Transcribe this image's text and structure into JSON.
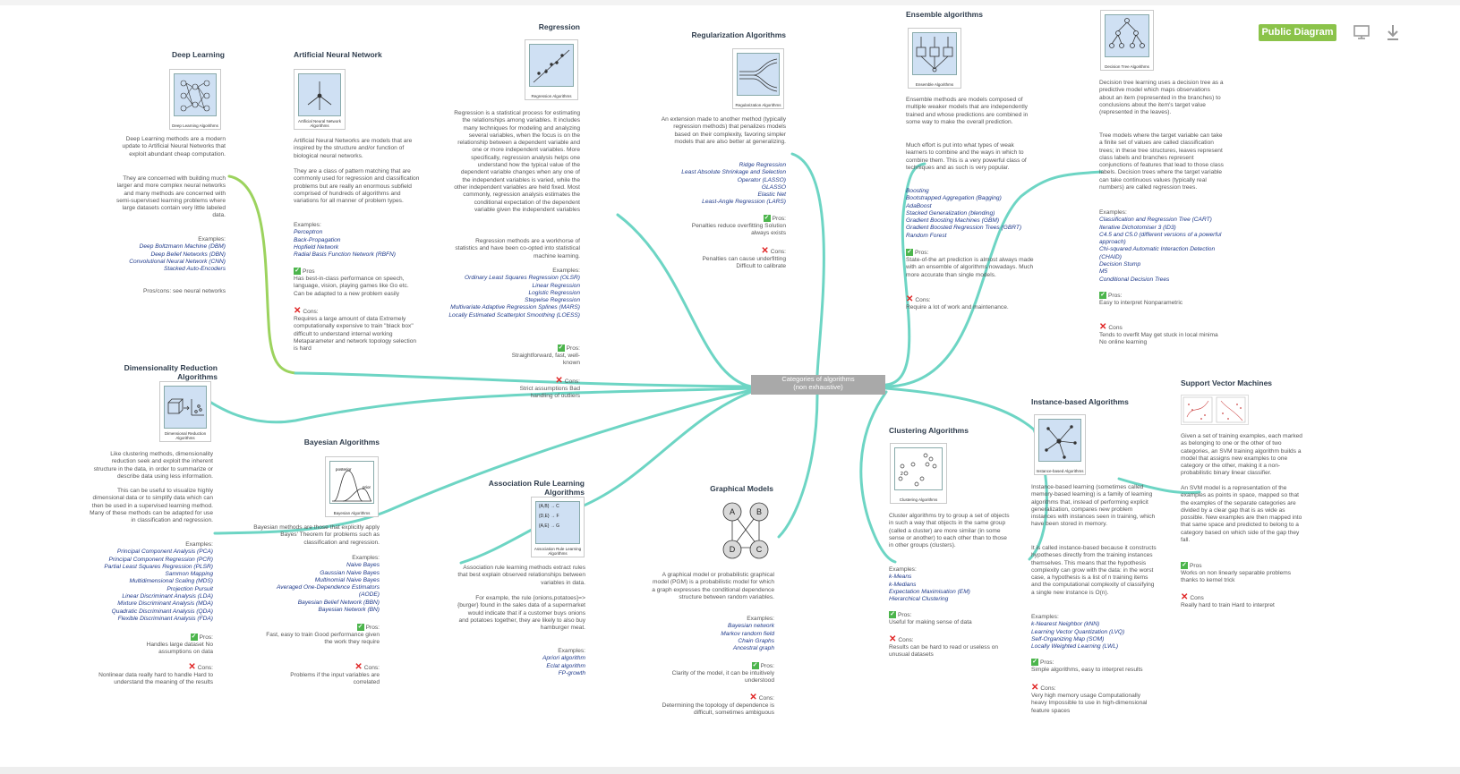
{
  "central": {
    "line1": "Categories of algorithms",
    "line2": "(non exhaustive)"
  },
  "toolbar": {
    "public_label": "Public Diagram",
    "present_icon": "monitor-icon",
    "download_icon": "download-icon"
  },
  "colors": {
    "connector": "#6dd5c4",
    "connector_green": "#9cd35e",
    "button": "#8bc34a"
  },
  "deep": {
    "title": "Deep Learning",
    "caption": "Deep Learning Algorithms",
    "p1": "Deep Learning methods are a modern update to Artificial Neural Networks that exploit abundant cheap computation.",
    "p2": "They are concerned with building much larger and more complex neural networks and many methods are concerned with semi-supervised learning problems where large datasets contain very little labeled data.",
    "examples_label": "Examples:",
    "examples": [
      "Deep Boltzmann Machine (DBM)",
      "Deep Belief Networks (DBN)",
      "Convolutional Neural Network (CNN)",
      "Stacked Auto-Encoders"
    ],
    "proscons": "Pros/cons: see neural networks"
  },
  "ann": {
    "title": "Artificial Neural Network",
    "caption": "Artificial Neural Network Algorithms",
    "p1": "Artificial Neural Networks are models that are inspired by the structure and/or function of biological neural networks.",
    "p2": "They are a class of pattern matching that are commonly used for regression and classification problems but are really an enormous subfield comprised of hundreds of algorithms and variations for all manner of problem types.",
    "examples_label": "Examples:",
    "examples": [
      "Perceptron",
      "Back-Propagation",
      "Hopfield Network",
      "Radial Basis Function Network (RBFN)"
    ],
    "pros_label": "Pros",
    "pros": "Has best-in-class performance on speech, language, vision, playing games like Go etc. Can be adapted to a new problem easily",
    "cons_label": "Cons:",
    "cons": "Requires a large amount of data Extremely computationally expensive to train \"black box\" difficult to understand internal working Metaparameter and network topology selection is hard"
  },
  "regression": {
    "title": "Regression",
    "caption": "Regression Algorithms",
    "p1": "Regression is a statistical process for estimating the relationships among variables. It includes many techniques for modeling and analyzing several variables, when the focus is on the relationship between a dependent variable and one or more independent variables. More specifically, regression analysis helps one understand how the typical value of the dependent variable changes when any one of the independent variables is varied, while the other independent variables are held fixed. Most commonly, regression analysis estimates the conditional expectation of the dependent variable given the independent variables",
    "p2": "Regression methods are a workhorse of statistics and have been co-opted into statistical machine learning.",
    "examples_label": "Examples:",
    "examples": [
      "Ordinary Least Squares Regression (OLSR)",
      "Linear Regression",
      "Logistic Regression",
      "Stepwise Regression",
      "Multivariate Adaptive Regression Splines (MARS)",
      "Locally Estimated Scatterplot Smoothing (LOESS)"
    ],
    "pros_label": "Pros:",
    "pros": "Straightforward, fast, well-known",
    "cons_label": "Cons:",
    "cons": "Strict assumptions Bad handling of outliers"
  },
  "regularization": {
    "title": "Regularization Algorithms",
    "caption": "Regularization Algorithms",
    "p1": "An extension made to another method (typically regression methods) that penalizes models based on their complexity, favoring simpler models that are also better at generalizing.",
    "examples": [
      "Ridge Regression",
      "Least Absolute Shrinkage and Selection Operator (LASSO)",
      "GLASSO",
      "Elastic Net",
      "Least-Angle Regression (LARS)"
    ],
    "pros_label": "Pros:",
    "pros": "Penalties reduce overfitting Solution always exists",
    "cons_label": "Cons:",
    "cons": "Penalties can cause underfitting Difficult to calibrate"
  },
  "ensemble": {
    "title": "Ensemble algorithms",
    "caption": "Ensemble Algorithms",
    "p1": "Ensemble methods are models composed of multiple weaker models that are independently trained and whose predictions are combined in some way to make the overall prediction.",
    "p2": "Much effort is put into what types of weak learners to combine and the ways in which to combine them. This is a very powerful class of techniques and as such is very popular.",
    "examples": [
      "Boosting",
      "Bootstrapped Aggregation (Bagging)",
      "AdaBoost",
      "Stacked Generalization (blending)",
      "Gradient Boosting Machines (GBM)",
      "Gradient Boosted Regression Trees (GBRT)",
      "Random Forest"
    ],
    "pros_label": "Pros:",
    "pros": "State-of-the art prediction is almost always made with an ensemble of algorithms nowadays. Much more accurate than single models.",
    "cons_label": "Cons:",
    "cons": "Require a lot of work and maintenance."
  },
  "decision_tree": {
    "caption": "Decision Tree Algorithms",
    "p1": "Decision tree learning uses a decision tree as a predictive model which maps observations about an item (represented in the branches) to conclusions about the item's target value (represented in the leaves).",
    "p2": "Tree models where the target variable can take a finite set of values are called classification trees; in these tree structures, leaves represent class labels and branches represent conjunctions of features that lead to those class labels. Decision trees where the target variable can take continuous values (typically real numbers) are called regression trees.",
    "examples_label": "Examples:",
    "examples": [
      "Classification and Regression Tree (CART)",
      "Iterative Dichotomiser 3 (ID3)",
      "C4.5 and C5.0 (different versions of a powerful approach)",
      "Chi-squared Automatic Interaction Detection (CHAID)",
      "Decision Stump",
      "M5",
      "Conditional Decision Trees"
    ],
    "pros_label": "Pros:",
    "pros": "Easy to interpret Nonparametric",
    "cons_label": "Cons",
    "cons": "Tends to overfit May get stuck in local minima No online learning"
  },
  "dimensionality": {
    "title": "Dimensionality Reduction Algorithms",
    "caption": "Dimensional Reduction Algorithms",
    "p1": "Like clustering methods, dimensionality reduction seek and exploit the inherent structure in the data, in order to summarize or describe data using less information.",
    "p2": "This can be useful to visualize highly dimensional data or to simplify data which can then be used in a supervised learning method. Many of these methods can be adapted for use in classification and regression.",
    "examples_label": "Examples:",
    "examples": [
      "Principal Component Analysis (PCA)",
      "Principal Component Regression (PCR)",
      "Partial Least Squares Regression (PLSR)",
      "Sammon Mapping",
      "Multidimensional Scaling (MDS)",
      "Projection Pursuit",
      "Linear Discriminant Analysis (LDA)",
      "Mixture Discriminant Analysis (MDA)",
      "Quadratic Discriminant Analysis (QDA)",
      "Flexible Discriminant Analysis (FDA)"
    ],
    "pros_label": "Pros:",
    "pros": "Handles large dataset No assumptions on data",
    "cons_label": "Cons:",
    "cons": "Nonlinear data really hard to handle Hard to understand the meaning of the results"
  },
  "bayesian": {
    "title": "Bayesian Algorithms",
    "caption": "Bayesian Algorithms",
    "fig_posterior": "posterior",
    "fig_prior": "prior",
    "p1": "Bayesian methods are those that explicitly apply Bayes' Theorem for problems such as classification and regression.",
    "examples_label": "Examples:",
    "examples": [
      "Naive Bayes",
      "Gaussian Naive Bayes",
      "Multinomial Naive Bayes",
      "Averaged One-Dependence Estimators (AODE)",
      "Bayesian Belief Network (BBN)",
      "Bayesian Network (BN)"
    ],
    "pros_label": "Pros:",
    "pros": "Fast, easy to train Good performance given the work they require",
    "cons_label": "Cons:",
    "cons": "Problems if the input variables are correlated"
  },
  "association": {
    "title": "Association Rule Learning Algorithms",
    "caption": "Association Rule Learning Algorithms",
    "rules": [
      "{A,B} → C",
      "{D,E} → F",
      "{A,E} → G"
    ],
    "p1": "Association rule learning methods extract rules that best explain observed relationships between variables in data.",
    "p2": "For example, the rule {onions,potatoes}=> {burger} found in the sales data of a supermarket would indicate that if a customer buys onions and potatoes together, they are likely to also buy hamburger meat.",
    "examples_label": "Examples:",
    "examples": [
      "Apriori algorithm",
      "Eclat algorithm",
      "FP-growth"
    ]
  },
  "graphical": {
    "title": "Graphical Models",
    "nodes": [
      "A",
      "B",
      "D",
      "C"
    ],
    "p1": "A graphical model or probabilistic graphical model (PGM) is a probabilistic model for which a graph expresses the conditional dependence structure between random variables.",
    "examples_label": "Examples:",
    "examples": [
      "Bayesian network",
      "Markov random field",
      "Chain Graphs",
      "Ancestral graph"
    ],
    "pros_label": "Pros:",
    "pros": "Clarity of the model, it can be intuitively understood",
    "cons_label": "Cons:",
    "cons": "Determining the topology of dependence is difficult, sometimes ambiguous"
  },
  "clustering": {
    "title": "Clustering Algorithms",
    "caption": "Clustering Algorithms",
    "fig_num": "2",
    "p1": "Cluster algorithms try to group a set of objects in such a way that objects in the same group (called a cluster) are more similar (in some sense or another) to each other than to those in other groups (clusters).",
    "examples_label": "Examples:",
    "examples": [
      "k-Means",
      "k-Medians",
      "Expectation Maximisation (EM)",
      "Hierarchical Clustering"
    ],
    "pros_label": "Pros:",
    "pros": "Useful for making sense of data",
    "cons_label": "Cons:",
    "cons": "Results can be hard to read or useless on unusual datasets"
  },
  "instance": {
    "title": "Instance-based Algorithms",
    "caption": "Instance-based Algorithms",
    "p1": "Instance-based learning (sometimes called memory-based learning) is a family of learning algorithms that, instead of performing explicit generalization, compares new problem instances with instances seen in training, which have been stored in memory.",
    "p2": "It is called instance-based because it constructs hypotheses directly from the training instances themselves. This means that the hypothesis complexity can grow with the data: in the worst case, a hypothesis is a list of n training items and the computational complexity of classifying a single new instance is O(n).",
    "examples_label": "Examples:",
    "examples": [
      "k-Nearest Neighbor (kNN)",
      "Learning Vector Quantization (LVQ)",
      "Self-Organizing Map (SOM)",
      "Locally Weighted Learning (LWL)"
    ],
    "pros_label": "Pros:",
    "pros": "Simple algorithms, easy to interpret results",
    "cons_label": "Cons:",
    "cons": "Very high memory usage Computationally heavy Impossible to use in high-dimensional feature spaces"
  },
  "svm": {
    "title": "Support Vector Machines",
    "p1": "Given a set of training examples, each marked as belonging to one or the other of two categories, an SVM training algorithm builds a model that assigns new examples to one category or the other, making it a non-probabilistic binary linear classifier.",
    "p2": "An SVM model is a representation of the examples as points in space, mapped so that the examples of the separate categories are divided by a clear gap that is as wide as possible. New examples are then mapped into that same space and predicted to belong to a category based on which side of the gap they fall.",
    "pros_label": "Pros",
    "pros": "Works on non linearly separable problems thanks to kernel trick",
    "cons_label": "Cons",
    "cons": "Really hard to train Hard to interpret"
  }
}
